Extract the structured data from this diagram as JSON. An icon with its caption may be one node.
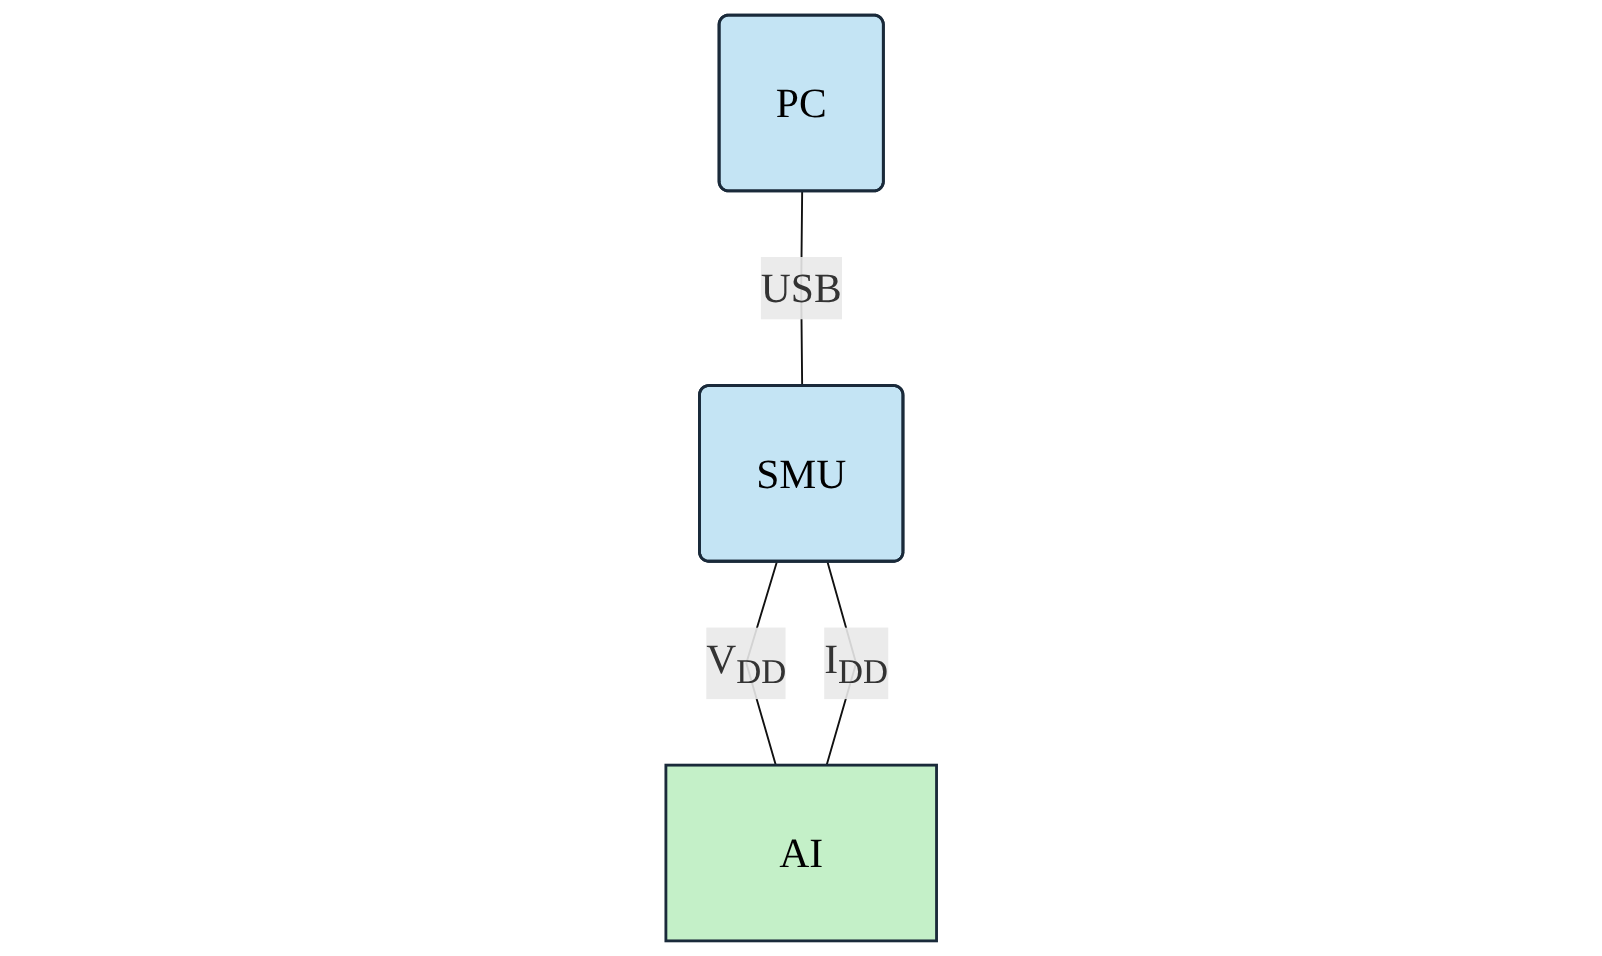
{
  "diagram": {
    "nodes": [
      {
        "text": [
          "PC"
        ]
      },
      {
        "text": [
          "SMU"
        ]
      },
      {
        "text": [
          "AI"
        ]
      }
    ],
    "edges": [
      {
        "from": 0,
        "to": 1,
        "arrow": "none",
        "label": "USB"
      },
      {
        "from": 1,
        "to": 2,
        "arrow": "none",
        "label": "V$_{DD}$"
      },
      {
        "from": 1,
        "to": 2,
        "arrow": "none",
        "label": "I$_{DD}$"
      }
    ]
  }
}
